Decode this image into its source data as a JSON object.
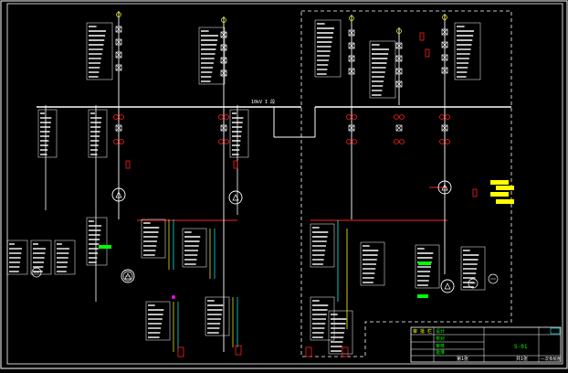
{
  "colors": {
    "background": "#000000",
    "frame": "#ffffff",
    "busbar": "#ffffff",
    "wire_white": "#ffffff",
    "wire_red": "#ff2020",
    "wire_yellow": "#ffff00",
    "wire_cyan": "#00ffff",
    "wire_green": "#00ff00",
    "accent_magenta": "#ff00ff",
    "dashed_region": "#ffffff"
  },
  "labels": {
    "bus_tie": "10kV I 段",
    "title_cell": "S-01"
  },
  "title_block": {
    "row1_left": "审 批 栏",
    "row1_mid": "设计",
    "row2": "校对",
    "row3": "审核",
    "row4": "批准",
    "drawing_title": "S-01",
    "sheet_left": "第1张",
    "sheet_mid": "共1张",
    "sheet_right": "一次系统图"
  }
}
